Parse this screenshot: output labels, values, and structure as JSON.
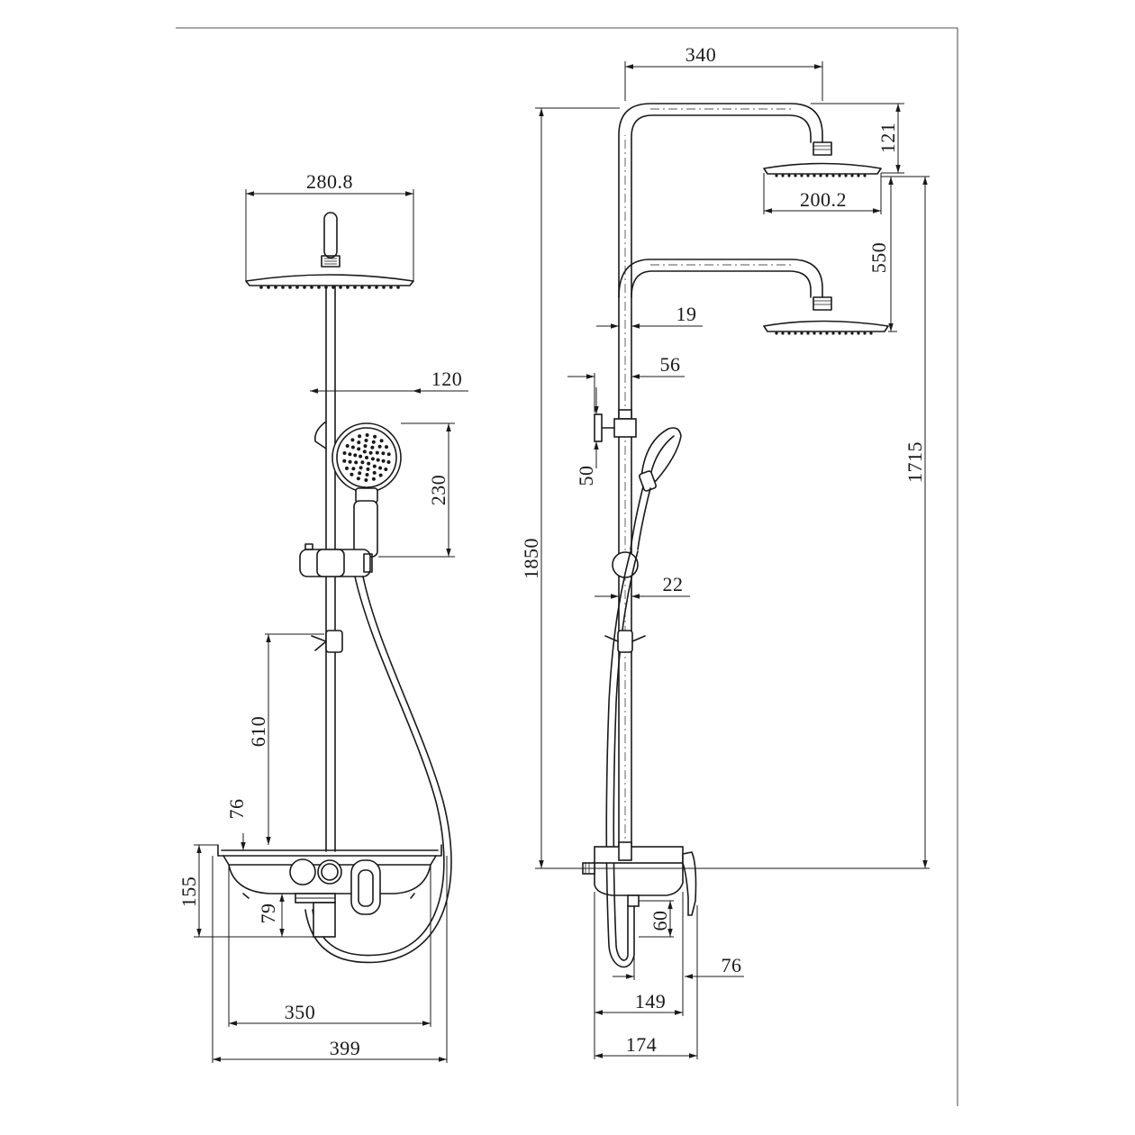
{
  "dimensions": {
    "head_diameter_front": "280.8",
    "arm_reach": "340",
    "arm_height": "121",
    "head_diameter_side": "200.2",
    "head_spacing": "550",
    "riser_diameter": "19",
    "holder_offset": "56",
    "bracket_height": "50",
    "riser_diameter_lower": "22",
    "handshower_offset": "120",
    "handshower_length": "230",
    "slider_to_bracket": "610",
    "bracket_to_shelf": "76",
    "total_height": "1850",
    "head_height": "1715",
    "mixer_height": "155",
    "outlet_height": "79",
    "outlet_depth": "60",
    "outlet_projection": "76",
    "shelf_width_inner": "350",
    "shelf_width_total": "399",
    "projection_inner": "149",
    "projection_total": "174"
  },
  "colors": {
    "line": "#1a1a1a",
    "paper": "#ffffff"
  }
}
